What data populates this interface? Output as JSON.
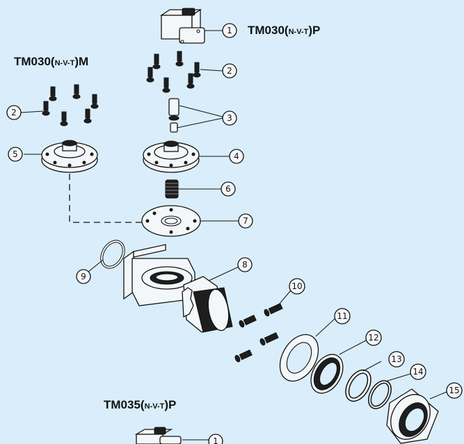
{
  "labels": {
    "top_right": {
      "main1": "TM030",
      "paren_open": "(",
      "sub": "N-V-T",
      "paren_close": ")",
      "main2": "P"
    },
    "top_left": {
      "main1": "TM030",
      "paren_open": "(",
      "sub": "N-V-T",
      "paren_close": ")",
      "main2": "M"
    },
    "bottom": {
      "main1": "TM035",
      "paren_open": "(",
      "sub": "N-V-T",
      "paren_close": ")",
      "main2": "P"
    }
  },
  "callouts": [
    "1",
    "2",
    "3",
    "4",
    "5",
    "6",
    "7",
    "8",
    "9",
    "10",
    "11",
    "12",
    "13",
    "14",
    "15",
    "2",
    "1"
  ]
}
